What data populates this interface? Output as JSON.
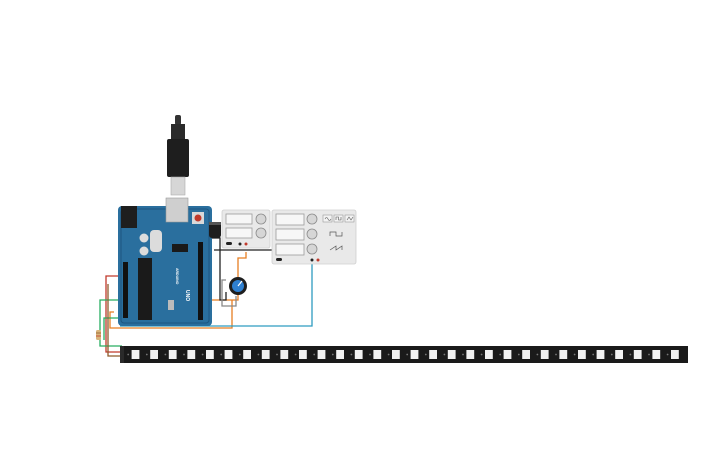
{
  "arduino": {
    "model_label": "UNO",
    "brand_label": "ARDUINO"
  },
  "colors": {
    "board": "#2a6f9e",
    "board_dark": "#1d5680",
    "strip": "#1a1a1a",
    "led_white": "#f2f2f2",
    "wire_red": "#c0392b",
    "wire_orange": "#e67e22",
    "wire_green": "#27ae60",
    "wire_teal": "#2e9cc0",
    "wire_black": "#222222",
    "wire_gray": "#888888",
    "panel": "#e9e9e9"
  },
  "components": {
    "usb_cable": "usb-cable-icon",
    "power_supply_1": "power-supply",
    "power_supply_2": "function-generator",
    "potentiometer": "potentiometer-icon",
    "capacitor": "capacitor-icon",
    "led_strip": "neopixel-strip",
    "resistor": "resistor-icon"
  },
  "led_strip": {
    "pixel_count": 30
  }
}
